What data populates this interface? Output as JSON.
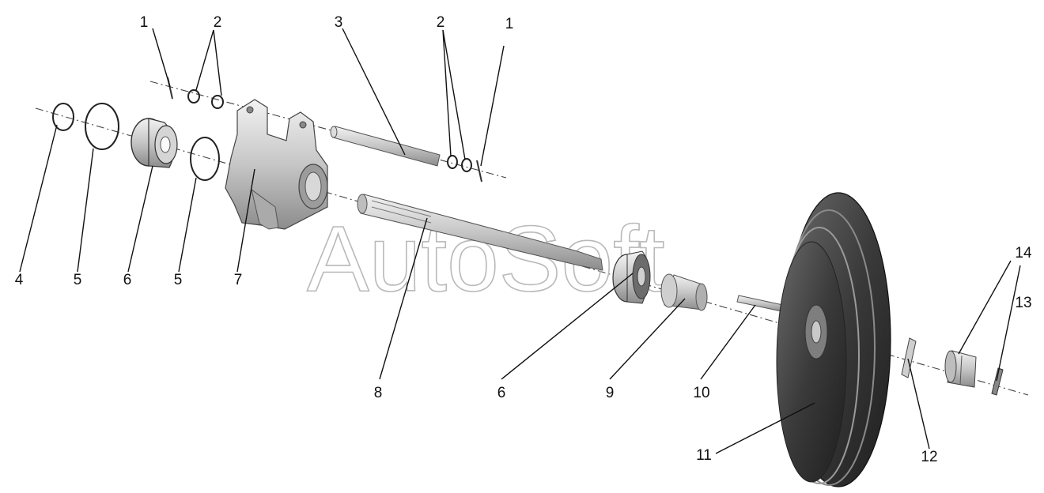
{
  "watermark": "AutoSoft",
  "callouts": {
    "c1a": "1",
    "c2a": "2",
    "c3": "3",
    "c2b": "2",
    "c1b": "1",
    "c4": "4",
    "c5a": "5",
    "c6a": "6",
    "c5b": "5",
    "c7": "7",
    "c8": "8",
    "c6b": "6",
    "c9": "9",
    "c10": "10",
    "c11": "11",
    "c12": "12",
    "c13": "13",
    "c14": "14"
  }
}
